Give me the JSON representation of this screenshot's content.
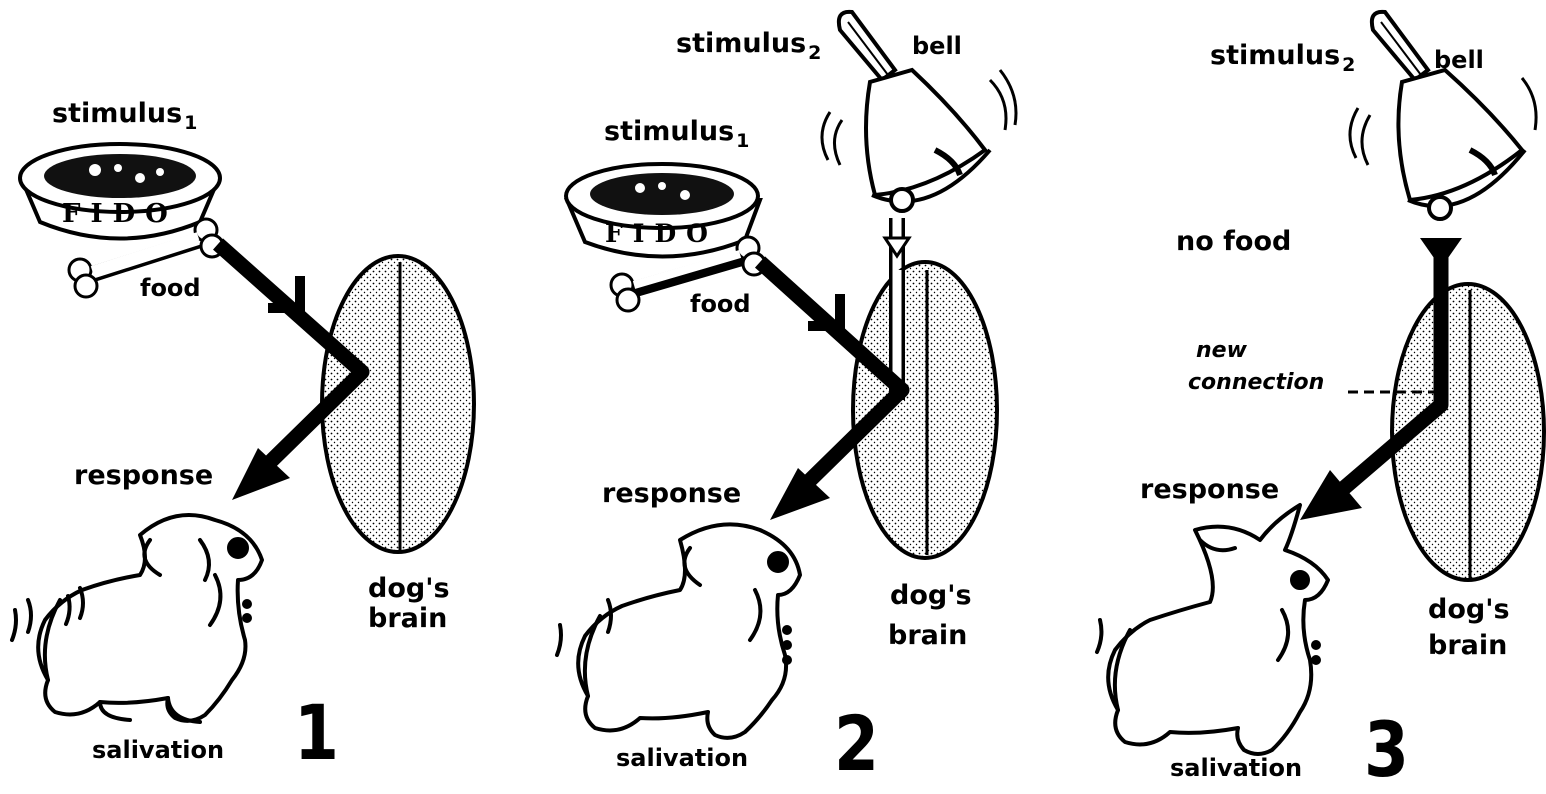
{
  "panels": [
    {
      "number": "1",
      "stimulus1": {
        "text": "stimulus",
        "sub": "1"
      },
      "food": "food",
      "response": "response",
      "brain_line1": "dog's",
      "brain_line2": "brain",
      "salivation": "salivation",
      "bowl_text": "FIDO"
    },
    {
      "number": "2",
      "stimulus1": {
        "text": "stimulus",
        "sub": "1"
      },
      "stimulus2": {
        "text": "stimulus",
        "sub": "2"
      },
      "bell": "bell",
      "food": "food",
      "response": "response",
      "brain_line1": "dog's",
      "brain_line2": "brain",
      "salivation": "salivation",
      "bowl_text": "FIDO"
    },
    {
      "number": "3",
      "stimulus2": {
        "text": "stimulus",
        "sub": "2"
      },
      "bell": "bell",
      "no_food": "no food",
      "new_connection_line1": "new",
      "new_connection_line2": "connection",
      "response": "response",
      "brain_line1": "dog's",
      "brain_line2": "brain",
      "salivation": "salivation"
    }
  ]
}
